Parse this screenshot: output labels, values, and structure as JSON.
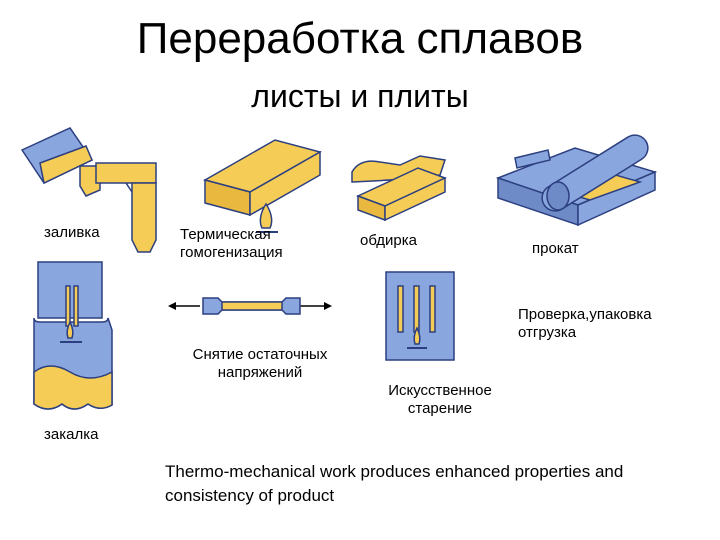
{
  "slide": {
    "title": "Переработка сплавов",
    "subtitle": "листы и плиты"
  },
  "steps": {
    "casting": "заливка",
    "homogenization": [
      "Термическая",
      "гомогенизация"
    ],
    "scalping": "обдирка",
    "rolling": "прокат",
    "quenching": "закалка",
    "stress_relief": [
      "Снятие остаточных",
      "напряжений"
    ],
    "aging": [
      "Искусственное",
      "старение"
    ],
    "inspection": [
      "Проверка,упаковка",
      "отгрузка"
    ]
  },
  "footer": "Thermo-mechanical work produces enhanced properties and consistency of product",
  "colors": {
    "metal": "#F5CC55",
    "tool_blue": "#8AA6DE",
    "outline": "#2C3F80"
  }
}
